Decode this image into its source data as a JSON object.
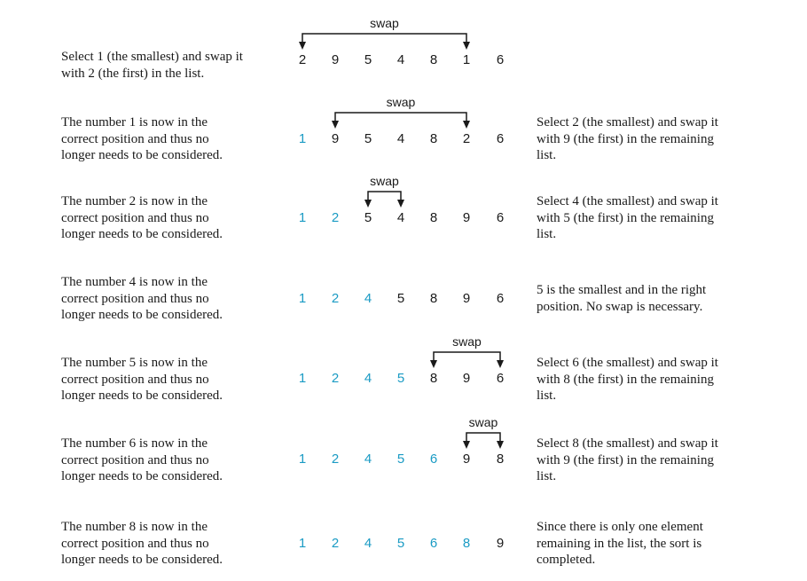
{
  "colors": {
    "sorted": "#1a9bc4",
    "unsorted": "#1a1a1a",
    "arrow": "#1a1a1a"
  },
  "swap_label": "swap",
  "steps": [
    {
      "left_text": "Select 1 (the smallest) and swap it\nwith 2 (the first) in the list.",
      "right_text": "",
      "numbers": [
        "2",
        "9",
        "5",
        "4",
        "8",
        "1",
        "6"
      ],
      "sorted_count": 0,
      "swap": [
        0,
        5
      ]
    },
    {
      "left_text": "The number 1 is now in the\ncorrect position and thus no\nlonger needs to be considered.",
      "right_text": "Select 2 (the smallest) and swap it\nwith 9 (the first) in the remaining\nlist.",
      "numbers": [
        "1",
        "9",
        "5",
        "4",
        "8",
        "2",
        "6"
      ],
      "sorted_count": 1,
      "swap": [
        1,
        5
      ]
    },
    {
      "left_text": "The number 2 is now in the\ncorrect position and thus no\nlonger needs to be considered.",
      "right_text": "Select 4 (the smallest) and swap it\nwith 5 (the first) in the remaining\nlist.",
      "numbers": [
        "1",
        "2",
        "5",
        "4",
        "8",
        "9",
        "6"
      ],
      "sorted_count": 2,
      "swap": [
        2,
        3
      ]
    },
    {
      "left_text": "The number 4 is now in the\ncorrect position and thus no\nlonger needs to be considered.",
      "right_text": "5 is the smallest and in the right\nposition. No swap is necessary.",
      "numbers": [
        "1",
        "2",
        "4",
        "5",
        "8",
        "9",
        "6"
      ],
      "sorted_count": 3,
      "swap": null
    },
    {
      "left_text": "The number 5 is now in the\ncorrect position and thus no\nlonger needs to be considered.",
      "right_text": "Select 6 (the smallest) and swap it\nwith 8 (the first) in the remaining\nlist.",
      "numbers": [
        "1",
        "2",
        "4",
        "5",
        "8",
        "9",
        "6"
      ],
      "sorted_count": 4,
      "swap": [
        4,
        6
      ]
    },
    {
      "left_text": "The number 6 is now in the\ncorrect position and thus no\nlonger needs to be considered.",
      "right_text": "Select 8 (the smallest) and swap it\nwith 9 (the first) in the remaining\nlist.",
      "numbers": [
        "1",
        "2",
        "4",
        "5",
        "6",
        "9",
        "8"
      ],
      "sorted_count": 5,
      "swap": [
        5,
        6
      ]
    },
    {
      "left_text": "The number 8 is now in the\ncorrect position and thus no\nlonger needs to be considered.",
      "right_text": "Since there is only one element\nremaining in the list, the sort is\ncompleted.",
      "numbers": [
        "1",
        "2",
        "4",
        "5",
        "6",
        "8",
        "9"
      ],
      "sorted_count": 6,
      "swap": null
    }
  ]
}
